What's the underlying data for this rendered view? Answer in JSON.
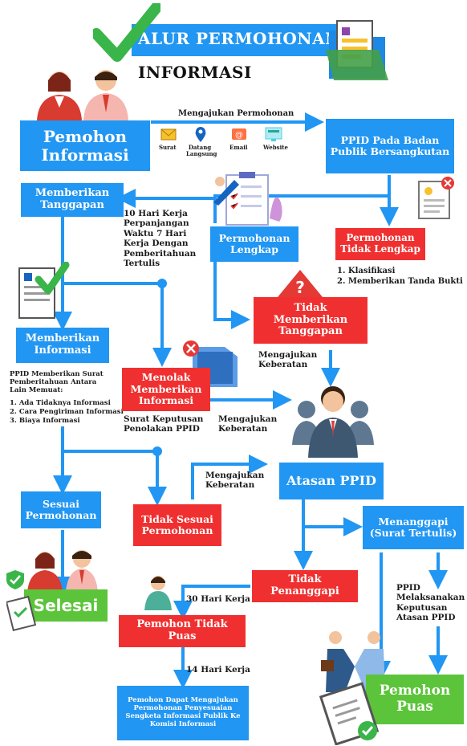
{
  "title": {
    "line1": "ALUR PERMOHONAN",
    "line2": "INFORMASI"
  },
  "nodes": {
    "pemohon": "Pemohon Informasi",
    "ppid_badan": "PPID Pada Badan Publik Bersangkutan",
    "memberikan_tanggapan": "Memberikan Tanggapan",
    "permohonan_lengkap": "Permohonan Lengkap",
    "permohonan_tidak_lengkap": "Permohonan Tidak Lengkap",
    "tidak_memberikan_tanggapan": "Tidak Memberikan Tanggapan",
    "memberikan_informasi": "Memberikan Informasi",
    "menolak": "Menolak Memberikan Informasi",
    "atasan_ppid": "Atasan PPID",
    "sesuai": "Sesuai Permohonan",
    "tidak_sesuai": "Tidak Sesuai Permohonan",
    "menanggapi": "Menanggapi (Surat Tertulis)",
    "selesai": "Selesai",
    "tidak_penanggapi": "Tidak Penanggapi",
    "pemohon_tidak_puas": "Pemohon Tidak Puas",
    "pemohon_puas": "Pemohon Puas",
    "komisi": "Pemohon Dapat Mengajukan Permohonan Penyesuaian Sengketa Informasi Publik Ke Komisi Informasi"
  },
  "channels": [
    "Surat",
    "Datang Langsung",
    "Email",
    "Website"
  ],
  "labels": {
    "mengajukan_permohonan": "Mengajukan Permohonan",
    "perpanjangan": "10 Hari Kerja Perpanjangan Waktu 7 Hari Kerja Dengan Pemberitahuan Tertulis",
    "klasifikasi_1": "1. Klasifikasi",
    "klasifikasi_2": "2. Memberikan Tanda Bukti",
    "keberatan_1": "Mengajukan Keberatan",
    "keberatan_2": "Mengajukan Keberatan",
    "keberatan_3": "Mengajukan Keberatan",
    "surat_intro": "PPID Memberikan Surat Pemberitahuan Antara Lain Memuat:",
    "surat_items": [
      "1. Ada Tidaknya Informasi",
      "2. Cara Pengiriman Informasi",
      "3. Biaya Informasi"
    ],
    "surat_keputusan": "Surat Keputusan Penolakan PPID",
    "hari_30": "30 Hari Kerja",
    "hari_14": "14 Hari Kerja",
    "melaksanakan": "PPID Melaksanakan Keputusan Atasan PPID"
  },
  "colors": {
    "blue": "#2196f3",
    "red": "#f03030",
    "green": "#5cc43a",
    "check": "#3ab54a"
  },
  "icons": [
    "checkmark-icon",
    "folder-document-icon",
    "person-icon",
    "envelope-icon",
    "location-pin-icon",
    "email-icon",
    "website-icon",
    "clipboard-icon",
    "pencil-icon",
    "document-check-icon",
    "document-reject-icon",
    "question-icon",
    "folder-reject-icon",
    "group-icon",
    "shield-check-icon",
    "handshake-icon"
  ]
}
